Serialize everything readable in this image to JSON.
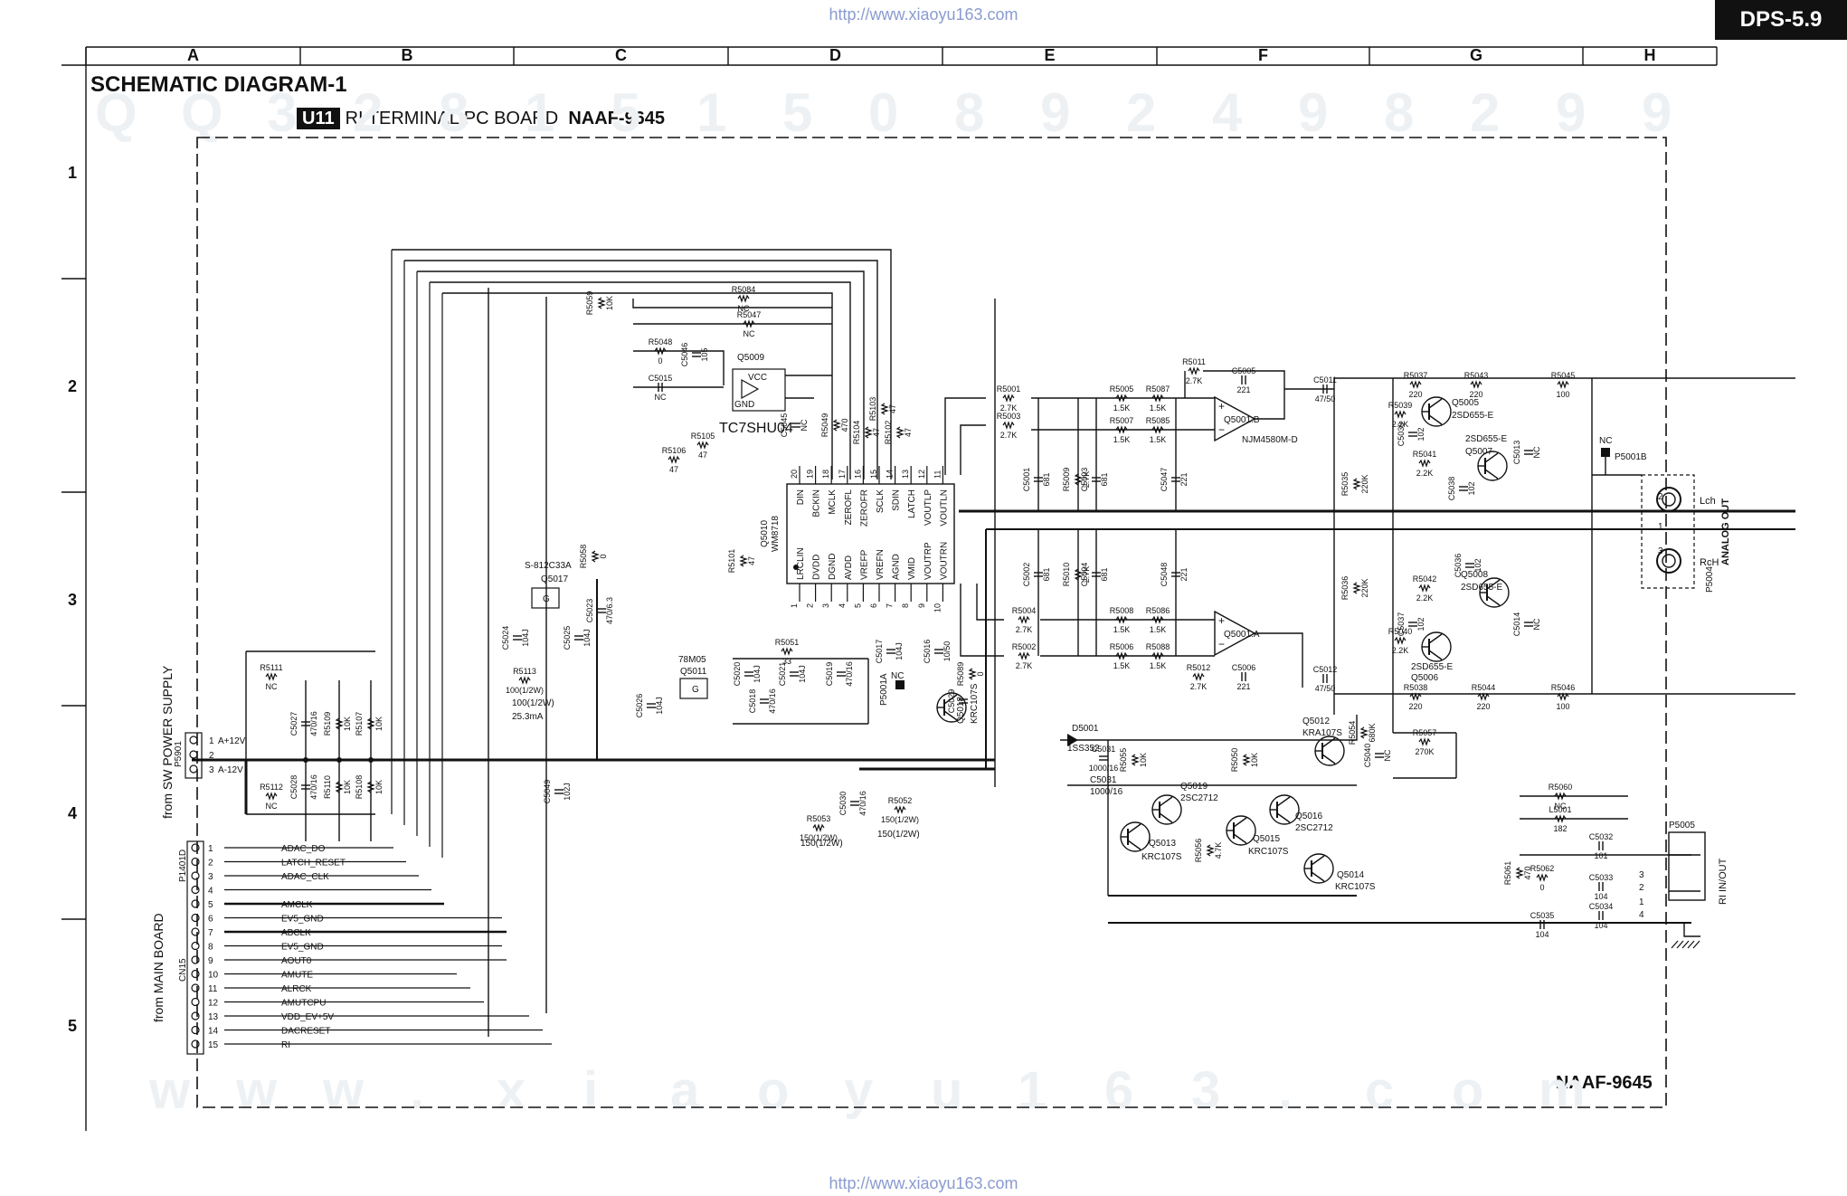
{
  "header": {
    "url_top": "http://www.xiaoyu163.com",
    "url_bottom": "http://www.xiaoyu163.com",
    "model": "DPS-5.9",
    "columns": [
      "A",
      "B",
      "C",
      "D",
      "E",
      "F",
      "G",
      "H"
    ],
    "rows": [
      "1",
      "2",
      "3",
      "4",
      "5"
    ]
  },
  "title": "SCHEMATIC DIAGRAM-1",
  "board": {
    "unit": "U11",
    "name": "RI TERMINAL PC BOARD",
    "code": "NAAF-9645"
  },
  "bottom_code": "NAAF-9645",
  "watermarks": {
    "row_top": [
      "Q",
      "Q",
      "3",
      "2",
      "8",
      "1",
      "5",
      "1",
      "5",
      "0",
      "8",
      "9",
      "2",
      "4",
      "9",
      "8",
      "2",
      "9",
      "9"
    ],
    "row_bottom": [
      "w",
      "w",
      "w",
      ".",
      "x",
      "i",
      "a",
      "o",
      "y",
      "u",
      "1",
      "6",
      "3",
      ".",
      "c",
      "o",
      "m"
    ]
  },
  "ic": {
    "ref": "Q5010",
    "part": "WM8718",
    "pins_top": [
      {
        "num": "20",
        "name": "DIN"
      },
      {
        "num": "19",
        "name": "BCKIN"
      },
      {
        "num": "18",
        "name": "MCLK"
      },
      {
        "num": "17",
        "name": "ZEROFL"
      },
      {
        "num": "16",
        "name": "ZEROFR"
      },
      {
        "num": "15",
        "name": "SCLK"
      },
      {
        "num": "14",
        "name": "SDIN"
      },
      {
        "num": "13",
        "name": "LATCH"
      },
      {
        "num": "12",
        "name": "VOUTLP"
      },
      {
        "num": "11",
        "name": "VOUTLN"
      }
    ],
    "pins_bottom": [
      {
        "num": "1",
        "name": "LRCLIN"
      },
      {
        "num": "2",
        "name": "DVDD"
      },
      {
        "num": "3",
        "name": "DGND"
      },
      {
        "num": "4",
        "name": "AVDD"
      },
      {
        "num": "5",
        "name": "VREFP"
      },
      {
        "num": "6",
        "name": "VREFN"
      },
      {
        "num": "7",
        "name": "AGND"
      },
      {
        "num": "8",
        "name": "VMID"
      },
      {
        "num": "9",
        "name": "VOUTRP"
      },
      {
        "num": "10",
        "name": "VOUTRN"
      }
    ]
  },
  "opamps": [
    {
      "ref": "Q5001:B",
      "part": "NJM4580M-D"
    },
    {
      "ref": "Q5001:A",
      "part": ""
    }
  ],
  "components": [
    {
      "ref": "R5084",
      "val": "NC"
    },
    {
      "ref": "R5047",
      "val": "NC"
    },
    {
      "ref": "R5048",
      "val": "0"
    },
    {
      "ref": "C5046",
      "val": "105"
    },
    {
      "ref": "Q5009",
      "val": "TC7SHU04"
    },
    {
      "ref": "C5015",
      "val": "NC"
    },
    {
      "ref": "R5059",
      "val": "10K"
    },
    {
      "ref": "R5105",
      "val": "47"
    },
    {
      "ref": "R5106",
      "val": "47"
    },
    {
      "ref": "C5045",
      "val": "NC"
    },
    {
      "ref": "R5049",
      "val": "470"
    },
    {
      "ref": "R5104",
      "val": "47"
    },
    {
      "ref": "R5103",
      "val": "47"
    },
    {
      "ref": "R5102",
      "val": "47"
    },
    {
      "ref": "R5101",
      "val": "47"
    },
    {
      "ref": "R5058",
      "val": "0"
    },
    {
      "ref": "Q5017",
      "val": "S-812C33A"
    },
    {
      "ref": "C5023",
      "val": "470/6.3"
    },
    {
      "ref": "C5024",
      "val": "104J"
    },
    {
      "ref": "C5025",
      "val": "104J"
    },
    {
      "ref": "R5113",
      "val": "100(1/2W)"
    },
    {
      "ref": "Q5011",
      "val": "78M05"
    },
    {
      "ref": "C5026",
      "val": "104J"
    },
    {
      "ref": "R5051",
      "val": "33"
    },
    {
      "ref": "C5020",
      "val": "104J"
    },
    {
      "ref": "C5018",
      "val": "470/16"
    },
    {
      "ref": "C5021",
      "val": "104J"
    },
    {
      "ref": "C5019",
      "val": "470/16"
    },
    {
      "ref": "C5017",
      "val": "104J"
    },
    {
      "ref": "C5016",
      "val": "10/50"
    },
    {
      "ref": "C5029",
      "val": ""
    },
    {
      "ref": "R5089",
      "val": "0"
    },
    {
      "ref": "Q5018",
      "val": "KRC107S"
    },
    {
      "ref": "R5111",
      "val": "NC"
    },
    {
      "ref": "C5027",
      "val": "470/16"
    },
    {
      "ref": "R5109",
      "val": "10K"
    },
    {
      "ref": "R5107",
      "val": "10K"
    },
    {
      "ref": "R5112",
      "val": "NC"
    },
    {
      "ref": "C5028",
      "val": "470/16"
    },
    {
      "ref": "R5110",
      "val": "10K"
    },
    {
      "ref": "R5108",
      "val": "10K"
    },
    {
      "ref": "C5049",
      "val": "102J"
    },
    {
      "ref": "C5030",
      "val": "470/16"
    },
    {
      "ref": "R5052",
      "val": "150(1/2W)"
    },
    {
      "ref": "R5053",
      "val": "150(1/2W)"
    },
    {
      "ref": "R5001",
      "val": "2.7K"
    },
    {
      "ref": "R5003",
      "val": "2.7K"
    },
    {
      "ref": "R5005",
      "val": "1.5K"
    },
    {
      "ref": "R5087",
      "val": "1.5K"
    },
    {
      "ref": "R5007",
      "val": "1.5K"
    },
    {
      "ref": "R5085",
      "val": "1.5K"
    },
    {
      "ref": "R5011",
      "val": "2.7K"
    },
    {
      "ref": "C5005",
      "val": "221"
    },
    {
      "ref": "C5011",
      "val": "47/50"
    },
    {
      "ref": "C5001",
      "val": "681"
    },
    {
      "ref": "R5009",
      "val": "2.7K"
    },
    {
      "ref": "C5003",
      "val": "681"
    },
    {
      "ref": "C5047",
      "val": "221"
    },
    {
      "ref": "C5002",
      "val": "681"
    },
    {
      "ref": "R5010",
      "val": "2.7K"
    },
    {
      "ref": "C5004",
      "val": "681"
    },
    {
      "ref": "C5048",
      "val": "221"
    },
    {
      "ref": "R5004",
      "val": "2.7K"
    },
    {
      "ref": "R5002",
      "val": "2.7K"
    },
    {
      "ref": "R5008",
      "val": "1.5K"
    },
    {
      "ref": "R5086",
      "val": "1.5K"
    },
    {
      "ref": "R5006",
      "val": "1.5K"
    },
    {
      "ref": "R5088",
      "val": "1.5K"
    },
    {
      "ref": "R5012",
      "val": "2.7K"
    },
    {
      "ref": "C5006",
      "val": "221"
    },
    {
      "ref": "C5012",
      "val": "47/50"
    },
    {
      "ref": "Q5012",
      "val": "KRA107S"
    },
    {
      "ref": "R5037",
      "val": "220"
    },
    {
      "ref": "R5043",
      "val": "220"
    },
    {
      "ref": "R5045",
      "val": "100"
    },
    {
      "ref": "R5039",
      "val": "2.2K"
    },
    {
      "ref": "Q5005",
      "val": "2SD655-E"
    },
    {
      "ref": "C5039",
      "val": "102"
    },
    {
      "ref": "R5041",
      "val": "2.2K"
    },
    {
      "ref": "Q5007",
      "val": "2SD655-E"
    },
    {
      "ref": "C5038",
      "val": "102"
    },
    {
      "ref": "C5013",
      "val": "NC"
    },
    {
      "ref": "R5035",
      "val": "220K"
    },
    {
      "ref": "R5036",
      "val": "220K"
    },
    {
      "ref": "R5042",
      "val": "2.2K"
    },
    {
      "ref": "Q5008",
      "val": "2SD655-E"
    },
    {
      "ref": "C5036",
      "val": "102"
    },
    {
      "ref": "C5037",
      "val": "102"
    },
    {
      "ref": "R5040",
      "val": "2.2K"
    },
    {
      "ref": "Q5006",
      "val": "2SD655-E"
    },
    {
      "ref": "C5014",
      "val": "NC"
    },
    {
      "ref": "R5038",
      "val": "220"
    },
    {
      "ref": "R5044",
      "val": "220"
    },
    {
      "ref": "R5046",
      "val": "100"
    },
    {
      "ref": "R5057",
      "val": "270K"
    },
    {
      "ref": "C5040",
      "val": "NC"
    },
    {
      "ref": "R5054",
      "val": "680K"
    },
    {
      "ref": "D5001",
      "val": "1SS352"
    },
    {
      "ref": "C5031",
      "val": "1000/16"
    },
    {
      "ref": "R5055",
      "val": "10K"
    },
    {
      "ref": "R5050",
      "val": "10K"
    },
    {
      "ref": "Q5019",
      "val": "2SC2712"
    },
    {
      "ref": "Q5016",
      "val": "2SC2712"
    },
    {
      "ref": "Q5013",
      "val": "KRC107S"
    },
    {
      "ref": "Q5015",
      "val": "KRC107S"
    },
    {
      "ref": "R5056",
      "val": "4.7K"
    },
    {
      "ref": "Q5014",
      "val": "KRC107S"
    },
    {
      "ref": "R5060",
      "val": "NC"
    },
    {
      "ref": "L5001",
      "val": "182"
    },
    {
      "ref": "C5032",
      "val": "101"
    },
    {
      "ref": "R5061",
      "val": "470"
    },
    {
      "ref": "R5062",
      "val": "0"
    },
    {
      "ref": "C5033",
      "val": "104"
    },
    {
      "ref": "C5034",
      "val": "104"
    },
    {
      "ref": "C5035",
      "val": "104"
    }
  ],
  "connectors": {
    "p5901": {
      "ref": "P5901",
      "label": "from SW POWER SUPPLY",
      "pins": [
        {
          "num": "1",
          "name": "A+12V"
        },
        {
          "num": "2",
          "name": ""
        },
        {
          "num": "3",
          "name": "A-12V"
        }
      ]
    },
    "p1401": {
      "ref": "P1401D",
      "sub": "CN15",
      "label": "from MAIN BOARD",
      "pins": [
        {
          "num": "1",
          "name": "ADAC_DO"
        },
        {
          "num": "2",
          "name": "LATCH_RESET"
        },
        {
          "num": "3",
          "name": "ADAC_CLK"
        },
        {
          "num": "4",
          "name": ""
        },
        {
          "num": "5",
          "name": "AMCLK"
        },
        {
          "num": "6",
          "name": "EV5_GND"
        },
        {
          "num": "7",
          "name": "ABCLK"
        },
        {
          "num": "8",
          "name": "EV5_GND"
        },
        {
          "num": "9",
          "name": "AOUT0"
        },
        {
          "num": "10",
          "name": "AMUTE"
        },
        {
          "num": "11",
          "name": "ALRCK"
        },
        {
          "num": "12",
          "name": "AMUTCPU"
        },
        {
          "num": "13",
          "name": "VDD_EV+5V"
        },
        {
          "num": "14",
          "name": "DACRESET"
        },
        {
          "num": "15",
          "name": "RI"
        }
      ]
    },
    "p5004": {
      "ref": "P5004",
      "label": "ANALOG OUT",
      "lch": "Lch",
      "rch": "RcH"
    },
    "p5005": {
      "ref": "P5005",
      "label": "RI IN/OUT"
    },
    "tps": [
      {
        "ref": "P5001A",
        "val": "NC"
      },
      {
        "ref": "P5001B",
        "val": "NC"
      }
    ]
  },
  "notes": {
    "current": "25.3mA"
  }
}
